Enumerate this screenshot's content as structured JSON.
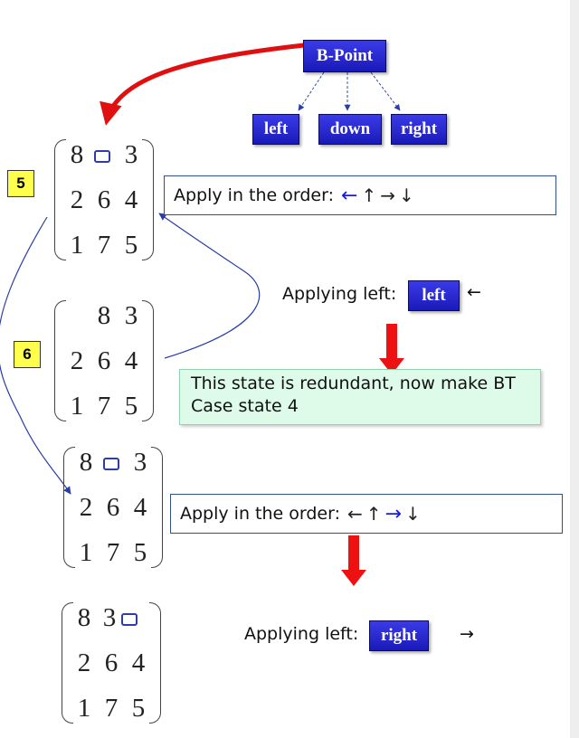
{
  "tree": {
    "root": "B-Point",
    "children": [
      "left",
      "down",
      "right"
    ]
  },
  "badges": {
    "five": "5",
    "six": "6"
  },
  "matrices": [
    {
      "rows": [
        [
          "8",
          "",
          "3"
        ],
        [
          "2",
          "6",
          "4"
        ],
        [
          "1",
          "7",
          "5"
        ]
      ],
      "blank_marker": "box"
    },
    {
      "rows": [
        [
          "",
          "8",
          "3"
        ],
        [
          "2",
          "6",
          "4"
        ],
        [
          "1",
          "7",
          "5"
        ]
      ],
      "blank_marker": "none"
    },
    {
      "rows": [
        [
          "8",
          "",
          "3"
        ],
        [
          "2",
          "6",
          "4"
        ],
        [
          "1",
          "7",
          "5"
        ]
      ],
      "blank_marker": "box"
    },
    {
      "rows": [
        [
          "8",
          "3",
          ""
        ],
        [
          "2",
          "6",
          "4"
        ],
        [
          "1",
          "7",
          "5"
        ]
      ],
      "blank_marker": "box"
    }
  ],
  "rule1": {
    "text": "Apply in the order:",
    "arrows": [
      "←",
      "↑",
      "→",
      "↓"
    ],
    "highlight_index": 0
  },
  "applying1": {
    "text": "Applying left:",
    "button": "left",
    "arrow": "←"
  },
  "note": {
    "line1": "This state is redundant, now make BT",
    "line2": "Case state 4"
  },
  "rule2": {
    "text": "Apply in the order:",
    "arrows": [
      "←",
      "↑",
      "→",
      "↓"
    ],
    "highlight_index": 2
  },
  "applying2": {
    "text": "Applying left:",
    "button": "right",
    "arrow": "→"
  },
  "colors": {
    "node_blue": "#1a1ab8",
    "highlight_arrow": "#1a1ae6",
    "red_arrow": "#ee1111",
    "badge": "#ffff4d",
    "note_bg": "#ddfbe8"
  }
}
